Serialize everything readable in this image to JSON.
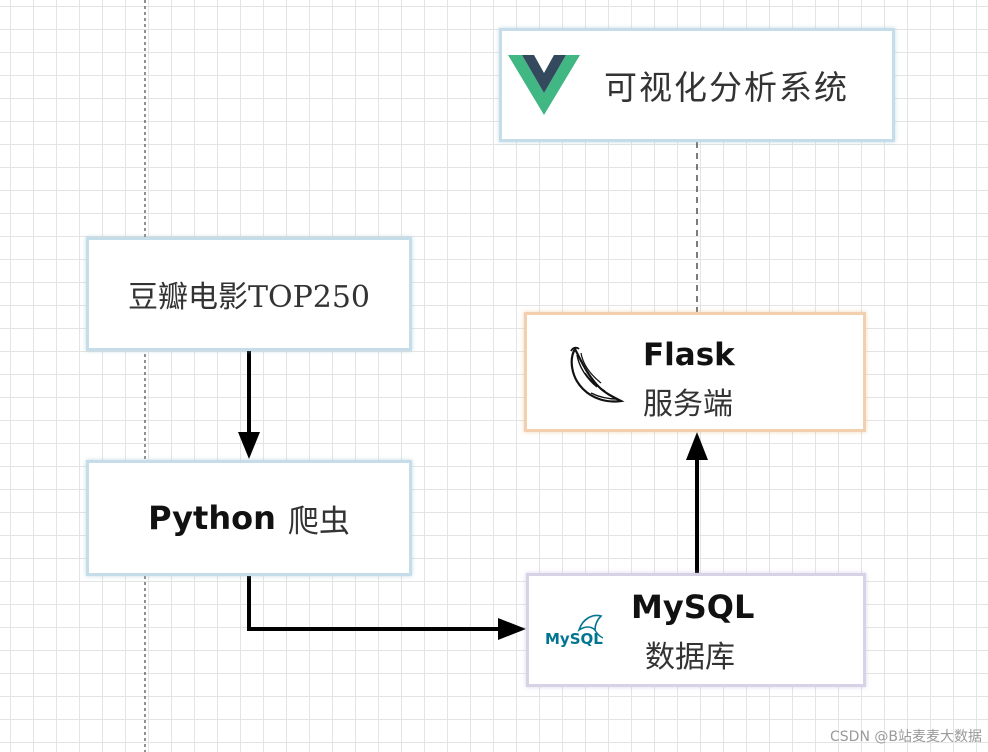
{
  "diagram": {
    "nodes": {
      "vue": {
        "label": "可视化分析系统",
        "icon": "vue-logo-icon"
      },
      "douban": {
        "label": "豆瓣电影TOP250"
      },
      "python": {
        "title": "Python",
        "subtitle": "爬虫"
      },
      "flask": {
        "title": "Flask",
        "subtitle": "服务端",
        "icon": "flask-horn-icon"
      },
      "mysql": {
        "title": "MySQL",
        "subtitle": "数据库",
        "icon": "mysql-dolphin-icon",
        "logo_text": "MySQL"
      }
    },
    "edges": [
      {
        "from": "douban",
        "to": "python",
        "style": "solid-arrow"
      },
      {
        "from": "python",
        "to": "mysql",
        "style": "solid-arrow"
      },
      {
        "from": "mysql",
        "to": "flask",
        "style": "solid-arrow"
      },
      {
        "from": "flask",
        "to": "vue",
        "style": "dashed"
      }
    ],
    "colors": {
      "vue_green": "#41b883",
      "vue_dark": "#35495e",
      "blue_border": "#c4dde8",
      "orange_border": "#f2cfae",
      "purple_border": "#d8d2e6",
      "mysql_blue": "#00758f",
      "mysql_orange": "#f29111"
    }
  },
  "watermark": "CSDN @B站麦麦大数据"
}
